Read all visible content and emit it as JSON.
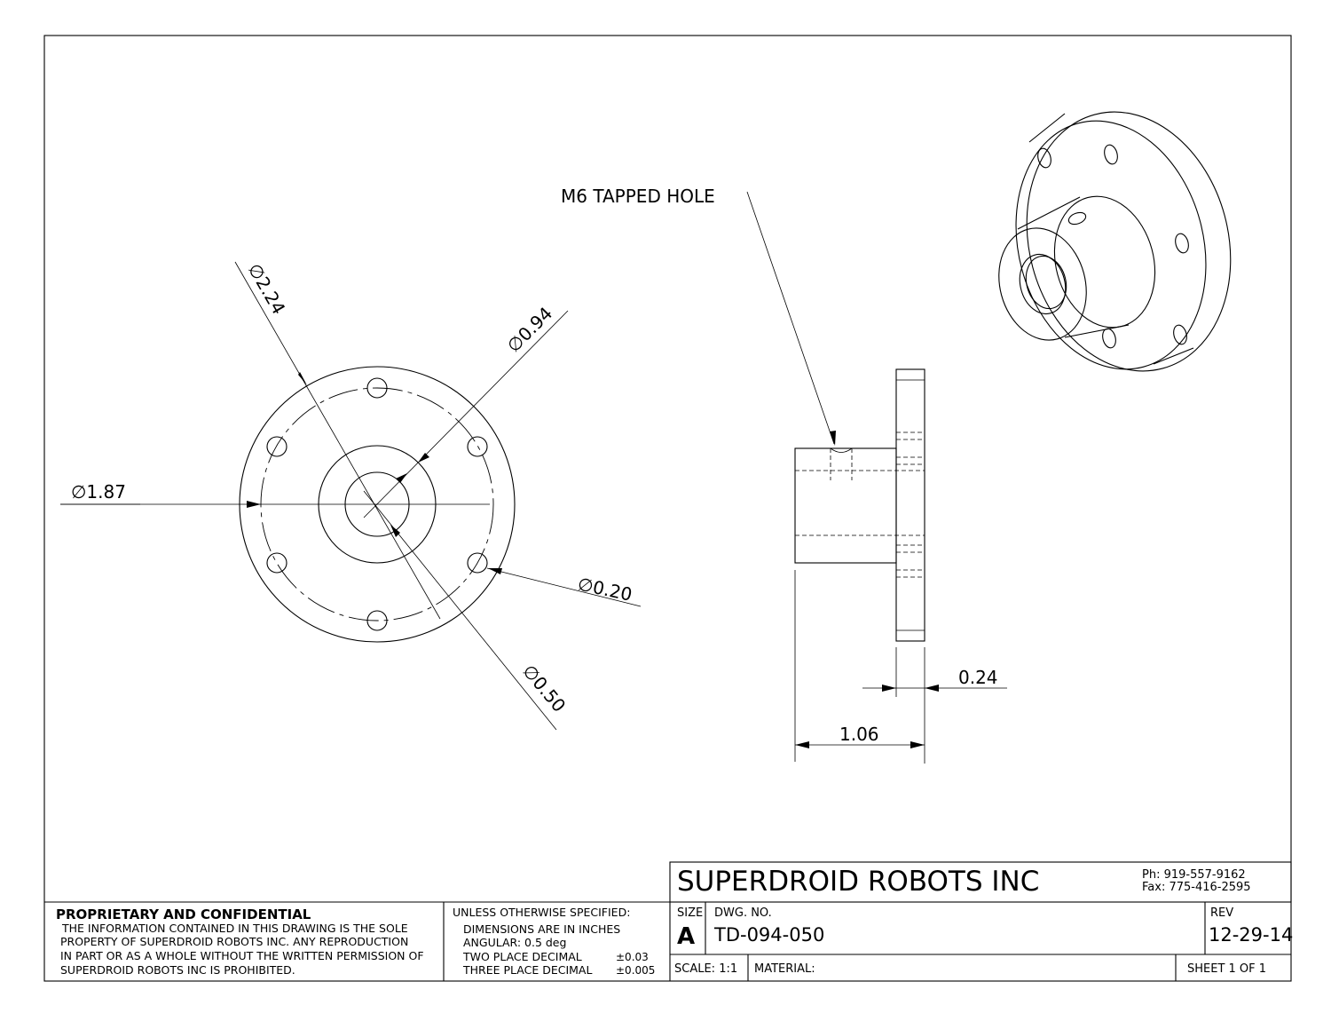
{
  "front_view": {
    "dim_flange_od": "∅2.24",
    "dim_bolt_circle": "∅1.87",
    "dim_hub_od": "∅0.94",
    "dim_bolt_hole": "∅0.20",
    "dim_bore": "∅0.50"
  },
  "side_view": {
    "callout": "M6 TAPPED HOLE",
    "dim_flange_thickness": "0.24",
    "dim_overall_length": "1.06"
  },
  "title_block": {
    "company": "SUPERDROID ROBOTS INC",
    "phone": "Ph: 919-557-9162",
    "fax": "Fax: 775-416-2595",
    "proprietary_title": "PROPRIETARY AND CONFIDENTIAL",
    "proprietary_lines": [
      "THE INFORMATION CONTAINED IN THIS DRAWING IS THE SOLE",
      "PROPERTY OF SUPERDROID ROBOTS INC.  ANY REPRODUCTION",
      "IN PART OR AS A WHOLE WITHOUT THE WRITTEN PERMISSION OF",
      "SUPERDROID ROBOTS INC IS PROHIBITED."
    ],
    "unless_title": "UNLESS OTHERWISE SPECIFIED:",
    "unless_lines": [
      "DIMENSIONS ARE IN INCHES",
      "ANGULAR: 0.5 deg",
      "TWO PLACE DECIMAL",
      "THREE PLACE DECIMAL"
    ],
    "tol_two": "±0.03",
    "tol_three": "±0.005",
    "size_label": "SIZE",
    "size_value": "A",
    "dwg_label": "DWG.  NO.",
    "dwg_value": "TD-094-050",
    "rev_label": "REV",
    "rev_value": "12-29-14",
    "scale": "SCALE: 1:1",
    "material_label": "MATERIAL:",
    "sheet": "SHEET 1 OF 1"
  }
}
